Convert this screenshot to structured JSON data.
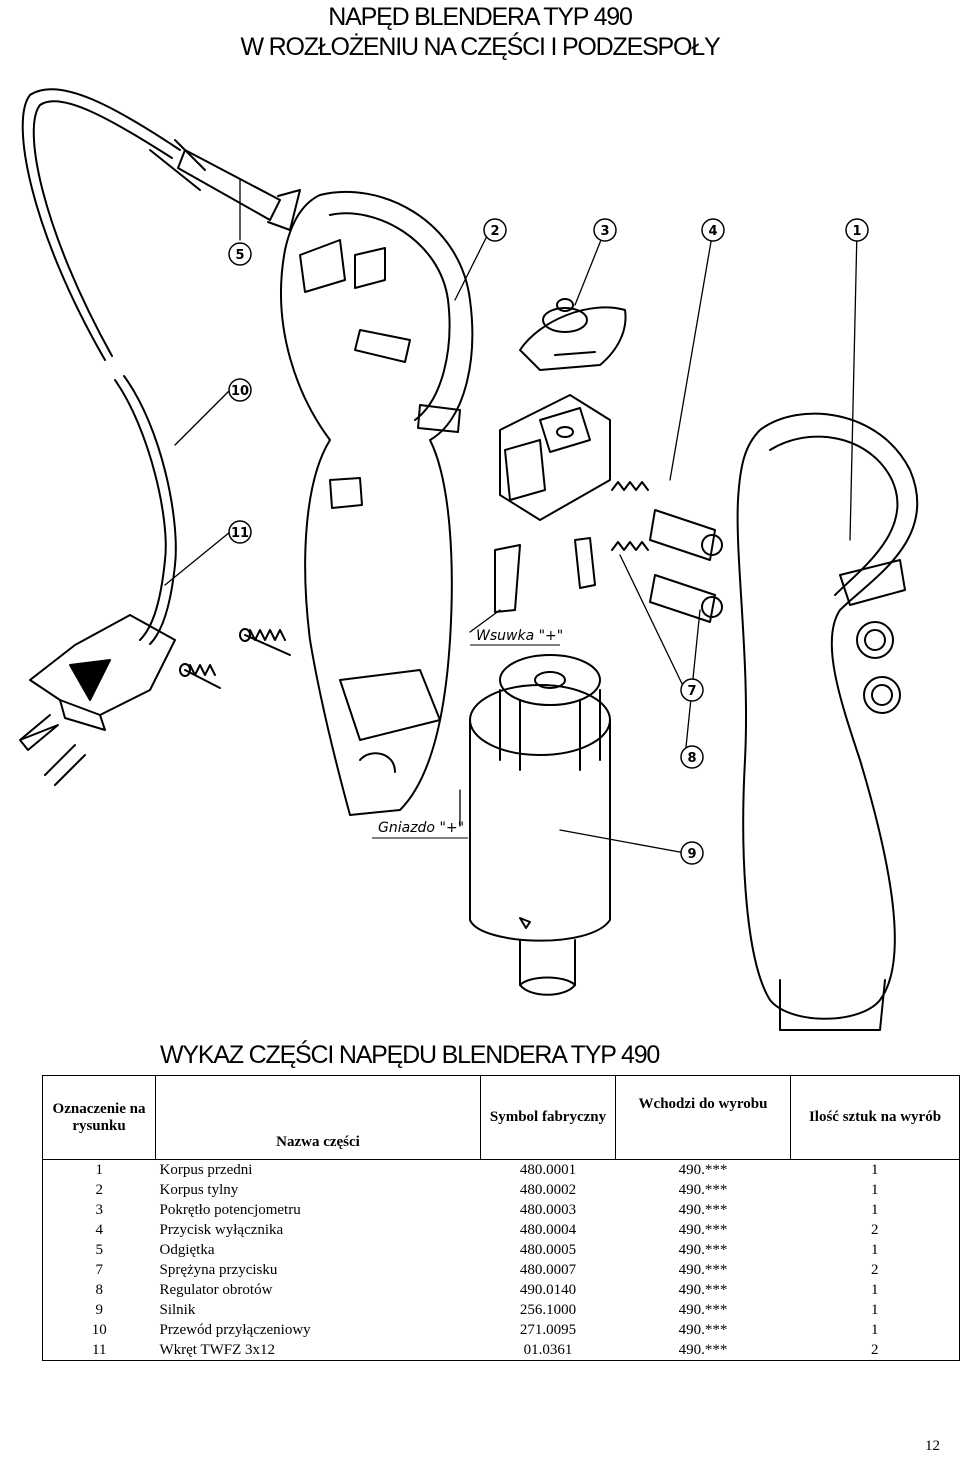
{
  "header": {
    "title_line1": "NAPĘD BLENDERA TYP 490",
    "title_line2": "W ROZŁOŻENIU NA CZĘŚCI I PODZESPOŁY"
  },
  "drawing": {
    "callouts": [
      "5",
      "2",
      "3",
      "4",
      "1",
      "10",
      "11",
      "7",
      "8",
      "9"
    ],
    "labels": {
      "wsuwka": "Wsuwka \"+\"",
      "gniazdo": "Gniazdo \"+\""
    }
  },
  "parts_list": {
    "title": "WYKAZ CZĘŚCI NAPĘDU BLENDERA TYP 490",
    "headers": {
      "ref": "Oznaczenie na rysunku",
      "name": "Nazwa części",
      "symbol": "Symbol fabryczny",
      "used_in": "Wchodzi do wyrobu",
      "qty": "Ilość sztuk na wyrób"
    },
    "rows": [
      {
        "ref": "1",
        "name": "Korpus przedni",
        "symbol": "480.0001",
        "used_in": "490.***",
        "qty": "1"
      },
      {
        "ref": "2",
        "name": "Korpus tylny",
        "symbol": "480.0002",
        "used_in": "490.***",
        "qty": "1"
      },
      {
        "ref": "3",
        "name": "Pokrętło potencjometru",
        "symbol": "480.0003",
        "used_in": "490.***",
        "qty": "1"
      },
      {
        "ref": "4",
        "name": "Przycisk wyłącznika",
        "symbol": "480.0004",
        "used_in": "490.***",
        "qty": "2"
      },
      {
        "ref": "5",
        "name": "Odgiętka",
        "symbol": "480.0005",
        "used_in": "490.***",
        "qty": "1"
      },
      {
        "ref": "7",
        "name": "Sprężyna przycisku",
        "symbol": "480.0007",
        "used_in": "490.***",
        "qty": "2"
      },
      {
        "ref": "8",
        "name": "Regulator obrotów",
        "symbol": "490.0140",
        "used_in": "490.***",
        "qty": "1"
      },
      {
        "ref": "9",
        "name": "Silnik",
        "symbol": "256.1000",
        "used_in": "490.***",
        "qty": "1"
      },
      {
        "ref": "10",
        "name": "Przewód przyłączeniowy",
        "symbol": "271.0095",
        "used_in": "490.***",
        "qty": "1"
      },
      {
        "ref": "11",
        "name": "Wkręt TWFZ 3x12",
        "symbol": "01.0361",
        "used_in": "490.***",
        "qty": "2"
      }
    ]
  },
  "page_number": "12"
}
